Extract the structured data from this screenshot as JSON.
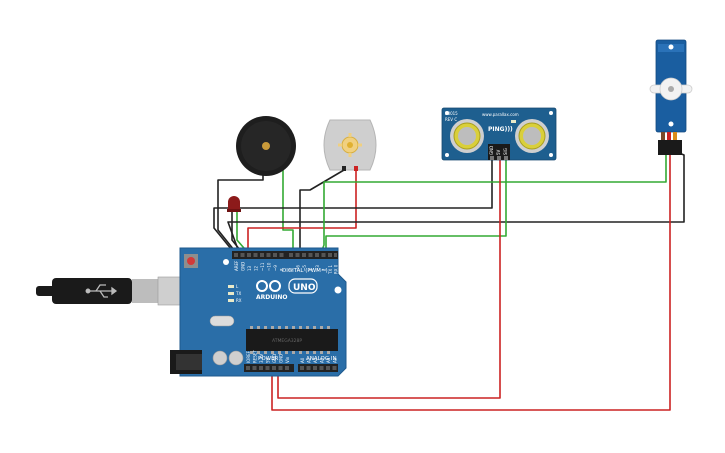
{
  "colors": {
    "board": "#2a6ea8",
    "board_edge": "#1f5a8e",
    "wire_black": "#222222",
    "wire_green": "#33aa33",
    "wire_red": "#cc2222",
    "servo": "#1a5ea0",
    "sensor": "#1e5f8f",
    "motor": "#cfcfcf",
    "buzzer": "#222222",
    "led": "#8c1a1a"
  },
  "arduino": {
    "brand": "ARDUINO",
    "model": "UNO",
    "digital_header": "DIGITAL (PWM~)",
    "power_header": "POWER",
    "analog_header": "ANALOG IN",
    "led_tx": "TX",
    "led_rx": "RX",
    "led_l": "L",
    "ic_label": "ATMEGA328P",
    "digital_pins": [
      "AREF",
      "GND",
      "13",
      "12",
      "~11",
      "~10",
      "~9",
      "8",
      "7",
      "~6",
      "~5",
      "4",
      "~3",
      "2",
      "TX 1",
      "RX 0"
    ],
    "power_pins": [
      "IOREF",
      "RESET",
      "3.3V",
      "5V",
      "GND",
      "GND",
      "Vin"
    ],
    "analog_pins": [
      "A0",
      "A1",
      "A2",
      "A3",
      "A4",
      "A5"
    ]
  },
  "sensor": {
    "name": "PING)))",
    "model_label": "28015",
    "rev_label": "REV C",
    "site_label": "www.parallax.com",
    "pins": [
      "GND",
      "5V",
      "SIG"
    ]
  },
  "servo": {
    "icon": "servo-icon"
  },
  "motor": {
    "icon": "dc-motor-icon"
  },
  "buzzer": {
    "icon": "piezo-buzzer-icon"
  },
  "led": {
    "icon": "led-icon"
  },
  "usb": {
    "icon": "usb-plug-icon"
  }
}
